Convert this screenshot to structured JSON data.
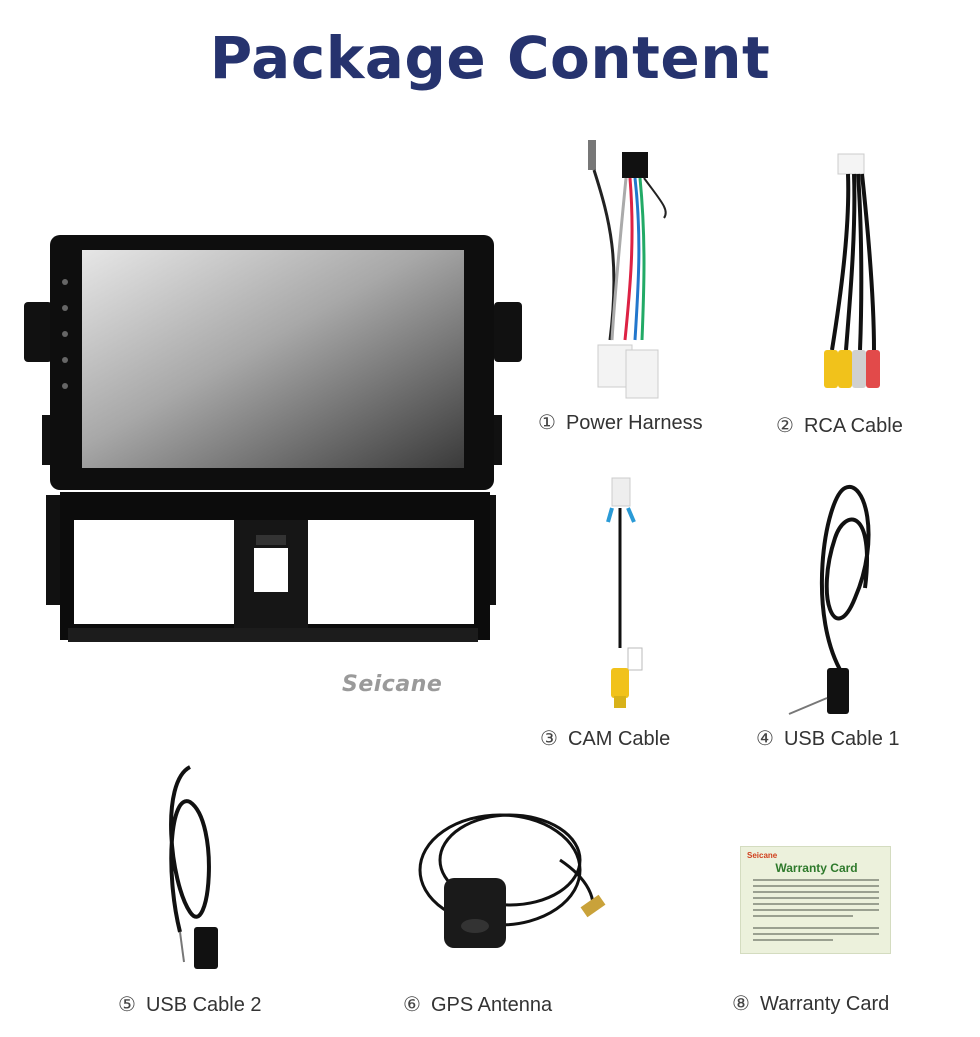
{
  "title": "Package Content",
  "brand": "Seicane",
  "items": [
    {
      "num": "①",
      "label": "Power Harness"
    },
    {
      "num": "②",
      "label": "RCA Cable"
    },
    {
      "num": "③",
      "label": "CAM Cable"
    },
    {
      "num": "④",
      "label": "USB Cable 1"
    },
    {
      "num": "⑤",
      "label": "USB Cable 2"
    },
    {
      "num": "⑥",
      "label": "GPS Antenna"
    },
    {
      "num": "⑧",
      "label": "Warranty Card"
    }
  ],
  "warranty_card": {
    "brand": "Seicane",
    "title": "Warranty Card"
  },
  "colors": {
    "title": "#26336e",
    "caption": "#333333",
    "warranty_title": "#2f7a2c",
    "warranty_bg": "#ecf1dc"
  }
}
